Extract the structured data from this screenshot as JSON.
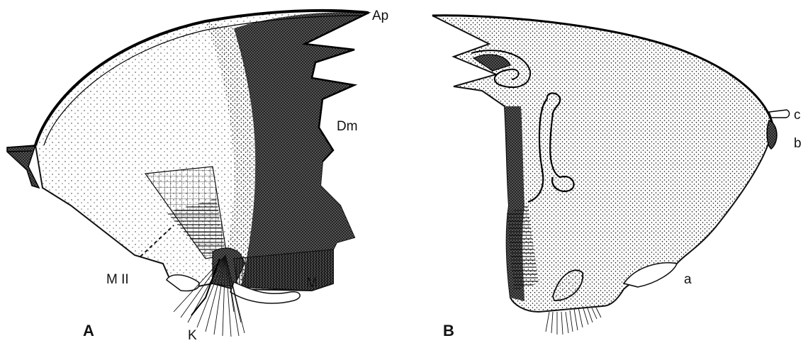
{
  "panels": [
    {
      "id": "A",
      "label": "A"
    },
    {
      "id": "B",
      "label": "B"
    }
  ],
  "labels_a": {
    "ap": "Ap",
    "dm": "Dm",
    "mii": "M II",
    "m": "M",
    "k": "K"
  },
  "labels_b": {
    "c": "c",
    "b": "b",
    "a": "a"
  },
  "colors": {
    "ink": "#111111",
    "paper": "#ffffff"
  }
}
